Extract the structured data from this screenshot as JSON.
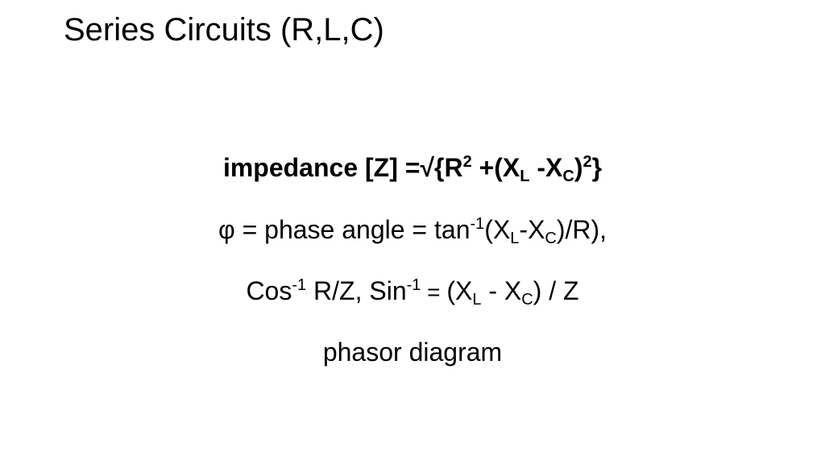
{
  "slide": {
    "title": "Series Circuits (R,L,C)"
  },
  "formulas": {
    "impedance": {
      "prefix": "impedance [Z]  =√{R",
      "sq1": "2",
      "mid1": " +(X",
      "sub_l": "L",
      "mid2": " -X",
      "sub_c": "C",
      "mid3": ")",
      "sq2": "2",
      "suffix": "}"
    },
    "phase": {
      "prefix": "φ = phase angle = tan",
      "inv": "-1",
      "mid1": "(X",
      "sub_l": "L",
      "mid2": "-X",
      "sub_c": "C",
      "suffix": ")/R),"
    },
    "inverse": {
      "cos": "Cos",
      "inv1": "-1",
      "mid1": " R/Z, Sin",
      "inv2": "-1",
      "eq": " = ",
      "mid2": "(X",
      "sub_l": "L",
      "mid3": " - X",
      "sub_c": "C",
      "suffix": ") / Z"
    },
    "phasor": "phasor diagram"
  }
}
